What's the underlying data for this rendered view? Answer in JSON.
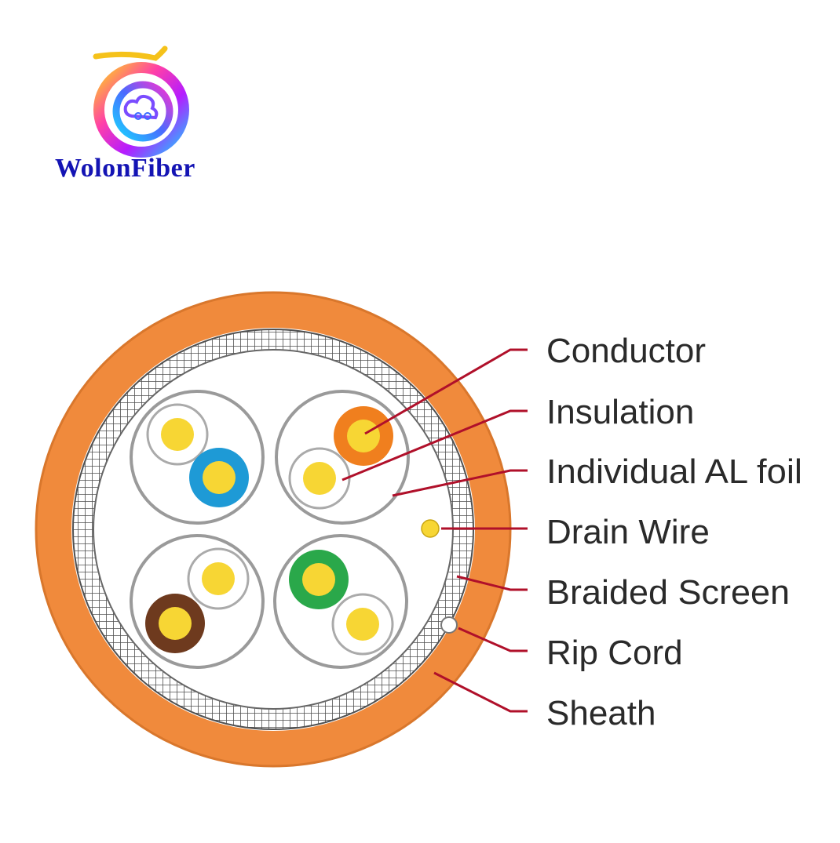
{
  "brand": {
    "name": "WolonFiber",
    "logo_icon": "swirl-cloud-logo-icon"
  },
  "diagram": {
    "subject": "shielded-twisted-pair-cable-cross-section",
    "colors": {
      "sheath": "#f08a3c",
      "sheath_outline": "#d9772c",
      "braid": "#505050",
      "foil": "#9a9a9a",
      "conductor": "#f7d634",
      "pair_orange": "#f07f1e",
      "pair_blue": "#1e9ad6",
      "pair_green": "#2aa84a",
      "pair_brown": "#6e3a1e",
      "leader_line": "#b0102a"
    },
    "labels": [
      {
        "id": "conductor",
        "text": "Conductor"
      },
      {
        "id": "insulation",
        "text": "Insulation"
      },
      {
        "id": "foil",
        "text": "Individual AL foil"
      },
      {
        "id": "drain",
        "text": "Drain Wire"
      },
      {
        "id": "braid",
        "text": "Braided Screen"
      },
      {
        "id": "rip",
        "text": "Rip Cord"
      },
      {
        "id": "sheath",
        "text": "Sheath"
      }
    ]
  }
}
